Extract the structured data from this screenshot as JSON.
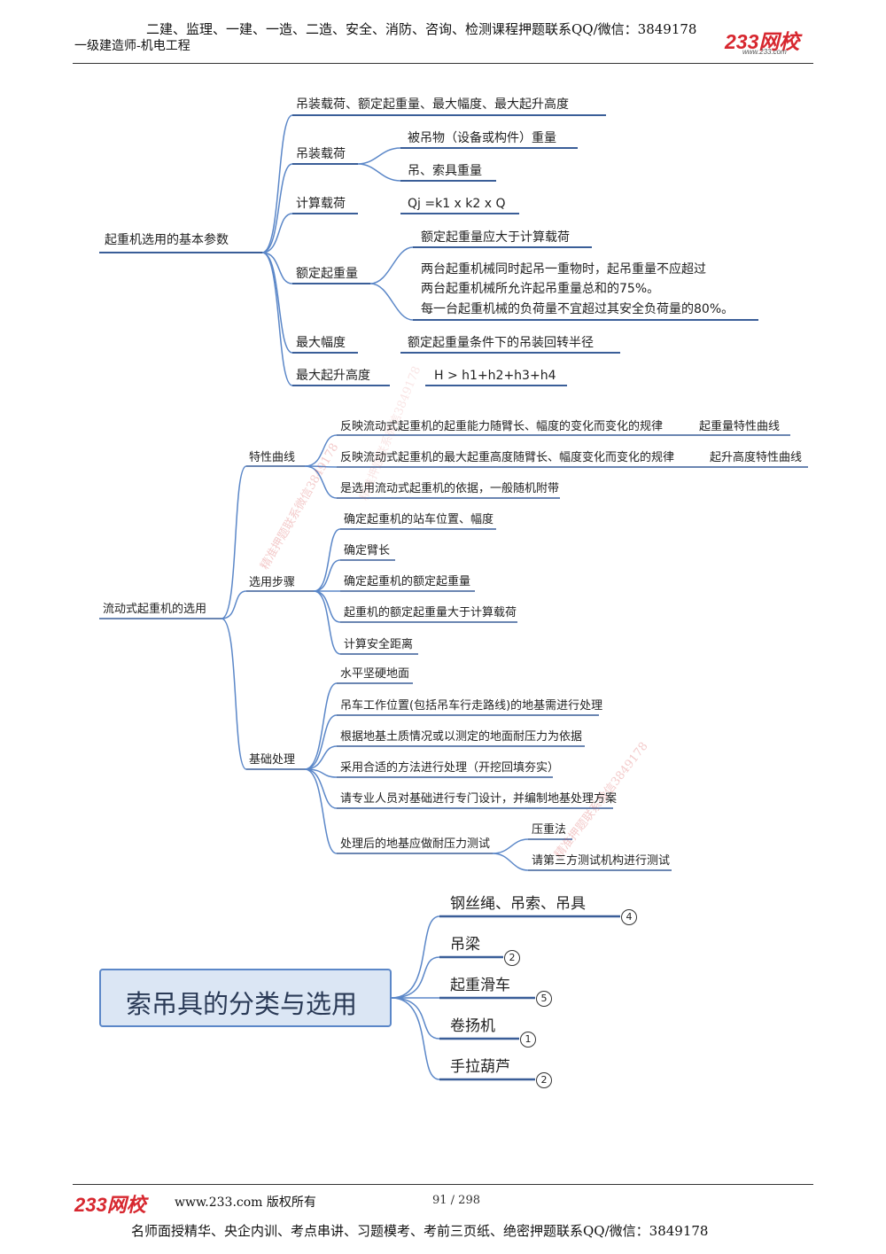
{
  "header": {
    "top_line": "二建、监理、一建、一造、二造、安全、消防、咨询、检测课程押题联系QQ/微信：3849178",
    "subtitle": "一级建造师-机电工程",
    "logo": "233网校",
    "logo_url": "www.233.com"
  },
  "watermarks": [
    "精准押题联系微信3849178",
    "精准押题联系微信3849178",
    "精准押题联系微信3849178"
  ],
  "section1": {
    "root": "起重机选用的基本参数",
    "n1": "吊装载荷、额定起重量、最大幅度、最大起升高度",
    "n2": "吊装载荷",
    "n2a": "被吊物（设备或构件）重量",
    "n2b": "吊、索具重量",
    "n3": "计算载荷",
    "n3a": "Qj =k1 x k2 x Q",
    "n4": "额定起重量",
    "n4a": "额定起重量应大于计算载荷",
    "n4b1": "两台起重机械同时起吊一重物时，起吊重量不应超过",
    "n4b2": "两台起重机械所允许起吊重量总和的75%。",
    "n4b3": "每一台起重机械的负荷量不宜超过其安全负荷量的80%。",
    "n5": "最大幅度",
    "n5a": "额定起重量条件下的吊装回转半径",
    "n6": "最大起升高度",
    "n6a": "H > h1+h2+h3+h4"
  },
  "section2": {
    "root": "流动式起重机的选用",
    "b1": "特性曲线",
    "b1a": "反映流动式起重机的起重能力随臂长、幅度的变化而变化的规律",
    "b1a_tag": "起重量特性曲线",
    "b1b": "反映流动式起重机的最大起重高度随臂长、幅度变化而变化的规律",
    "b1b_tag": "起升高度特性曲线",
    "b1c": "是选用流动式起重机的依据，一般随机附带",
    "b2": "选用步骤",
    "b2a": "确定起重机的站车位置、幅度",
    "b2b": "确定臂长",
    "b2c": "确定起重机的额定起重量",
    "b2d": "起重机的额定起重量大于计算载荷",
    "b2e": "计算安全距离",
    "b3": "基础处理",
    "b3a": "水平坚硬地面",
    "b3b": "吊车工作位置(包括吊车行走路线)的地基需进行处理",
    "b3c": "根据地基土质情况或以测定的地面耐压力为依据",
    "b3d": "采用合适的方法进行处理（开挖回填夯实）",
    "b3e": "请专业人员对基础进行专门设计，并编制地基处理方案",
    "b3f": "处理后的地基应做耐压力测试",
    "b3f1": "压重法",
    "b3f2": "请第三方测试机构进行测试"
  },
  "section3": {
    "root": "索吊具的分类与选用",
    "items": [
      {
        "label": "钢丝绳、吊索、吊具",
        "count": "4"
      },
      {
        "label": "吊梁",
        "count": "2"
      },
      {
        "label": "起重滑车",
        "count": "5"
      },
      {
        "label": "卷扬机",
        "count": "1"
      },
      {
        "label": "手拉葫芦",
        "count": "2"
      }
    ]
  },
  "footer": {
    "logo": "233网校",
    "url": "www.233.com 版权所有",
    "page": "91 / 298",
    "bottom_line": "名师面授精华、央企内训、考点串讲、习题模考、考前三页纸、绝密押题联系QQ/微信：3849178"
  },
  "colors": {
    "branch": "#5b87c8",
    "underline": "#3a5e98",
    "logo": "#d7272f"
  }
}
